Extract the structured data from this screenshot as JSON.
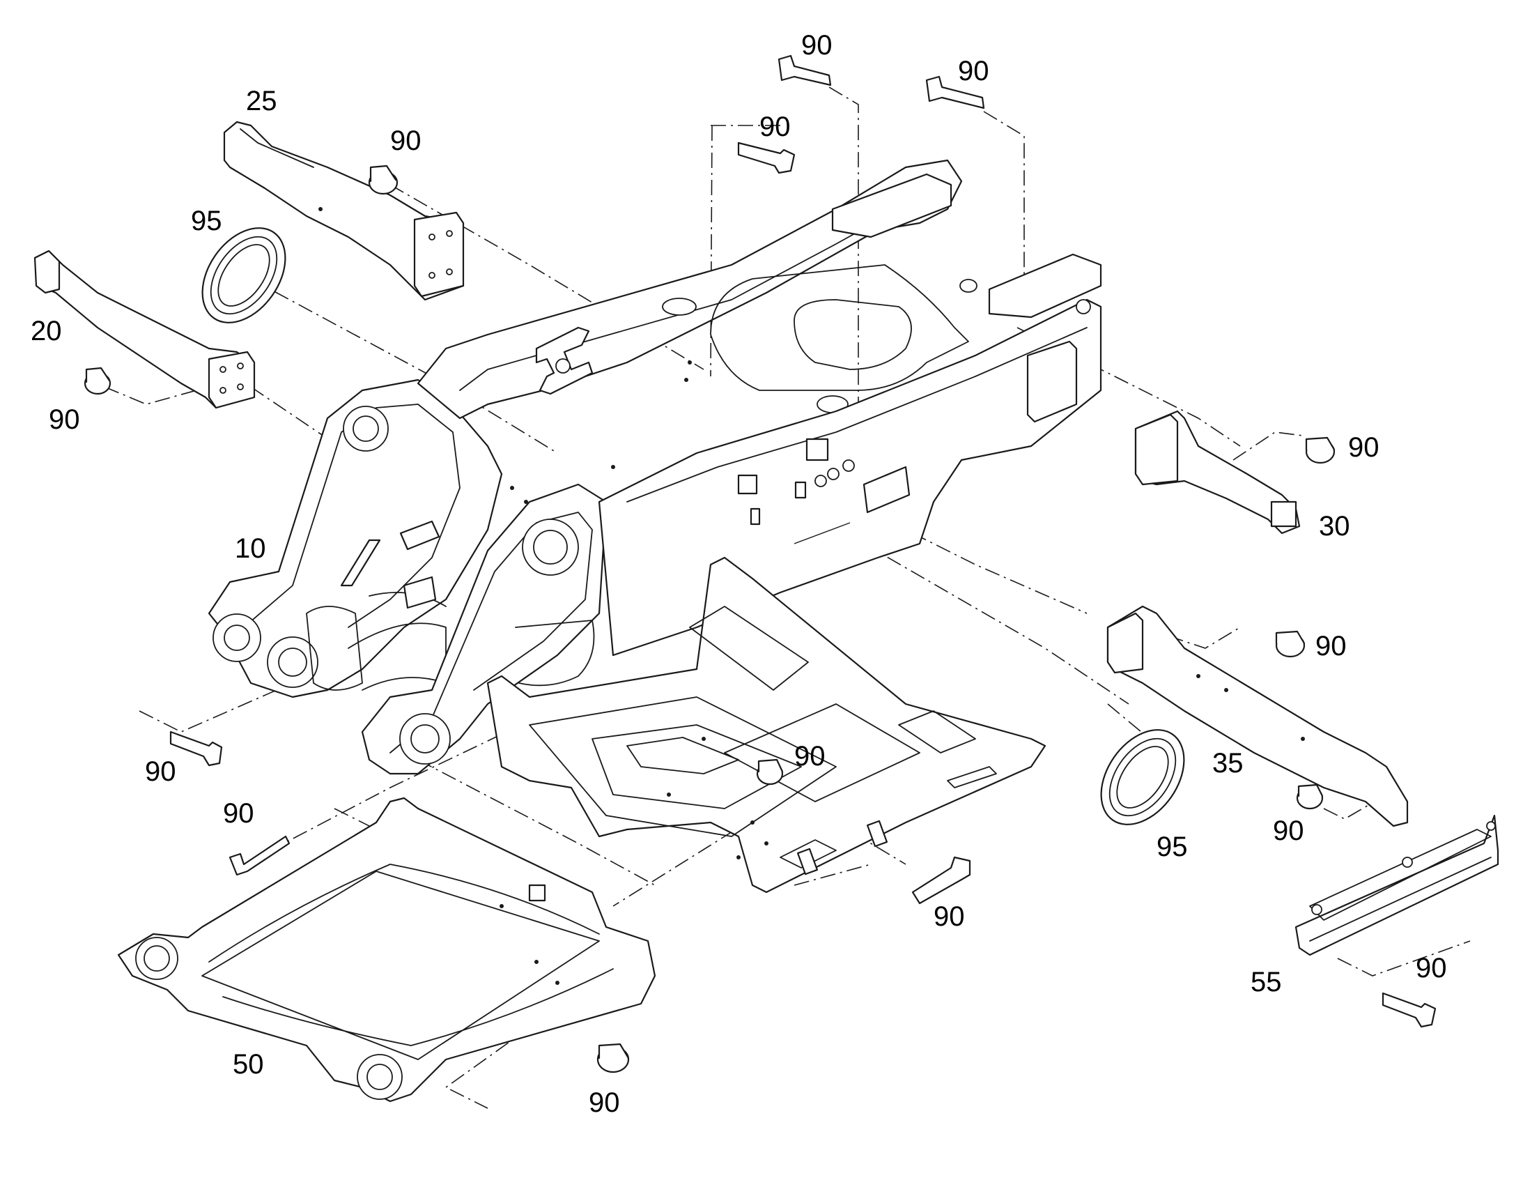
{
  "diagram": {
    "callouts": [
      {
        "id": "c-90-top-a",
        "text": "90"
      },
      {
        "id": "c-90-top-b",
        "text": "90"
      },
      {
        "id": "c-90-top-c",
        "text": "90"
      },
      {
        "id": "c-25",
        "text": "25"
      },
      {
        "id": "c-90-upper-left",
        "text": "90"
      },
      {
        "id": "c-95-left",
        "text": "95"
      },
      {
        "id": "c-20",
        "text": "20"
      },
      {
        "id": "c-90-left",
        "text": "90"
      },
      {
        "id": "c-10",
        "text": "10"
      },
      {
        "id": "c-90-right-upper",
        "text": "90"
      },
      {
        "id": "c-30",
        "text": "30"
      },
      {
        "id": "c-90-right-mid",
        "text": "90"
      },
      {
        "id": "c-35",
        "text": "35"
      },
      {
        "id": "c-95-right",
        "text": "95"
      },
      {
        "id": "c-90-right-lower",
        "text": "90"
      },
      {
        "id": "c-90-center",
        "text": "90"
      },
      {
        "id": "c-90-bolt-left",
        "text": "90"
      },
      {
        "id": "c-90-bolt-left-lower",
        "text": "90"
      },
      {
        "id": "c-90-bolt-center",
        "text": "90"
      },
      {
        "id": "c-55",
        "text": "55"
      },
      {
        "id": "c-90-bolt-right",
        "text": "90"
      },
      {
        "id": "c-50",
        "text": "50"
      },
      {
        "id": "c-90-bottom",
        "text": "90"
      }
    ]
  }
}
